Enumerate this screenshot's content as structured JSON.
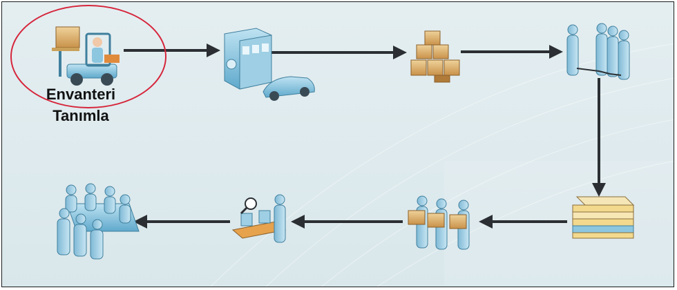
{
  "steps": [
    {
      "id": "forklift",
      "icon": "forklift-worker-icon",
      "label_lines": [
        "Envanteri",
        "Tanımla"
      ],
      "highlighted": true
    },
    {
      "id": "facility",
      "icon": "building-and-car-icon"
    },
    {
      "id": "boxes",
      "icon": "stacked-boxes-icon"
    },
    {
      "id": "people-group",
      "icon": "people-group-icon"
    },
    {
      "id": "documents",
      "icon": "document-stack-icon"
    },
    {
      "id": "workers-boxes",
      "icon": "workers-with-boxes-icon"
    },
    {
      "id": "inspection",
      "icon": "conveyor-inspection-icon"
    },
    {
      "id": "meeting",
      "icon": "meeting-table-icon"
    }
  ],
  "colors": {
    "highlight": "#d6253b",
    "arrow": "#2b2f33",
    "background": "#dde9ed"
  }
}
